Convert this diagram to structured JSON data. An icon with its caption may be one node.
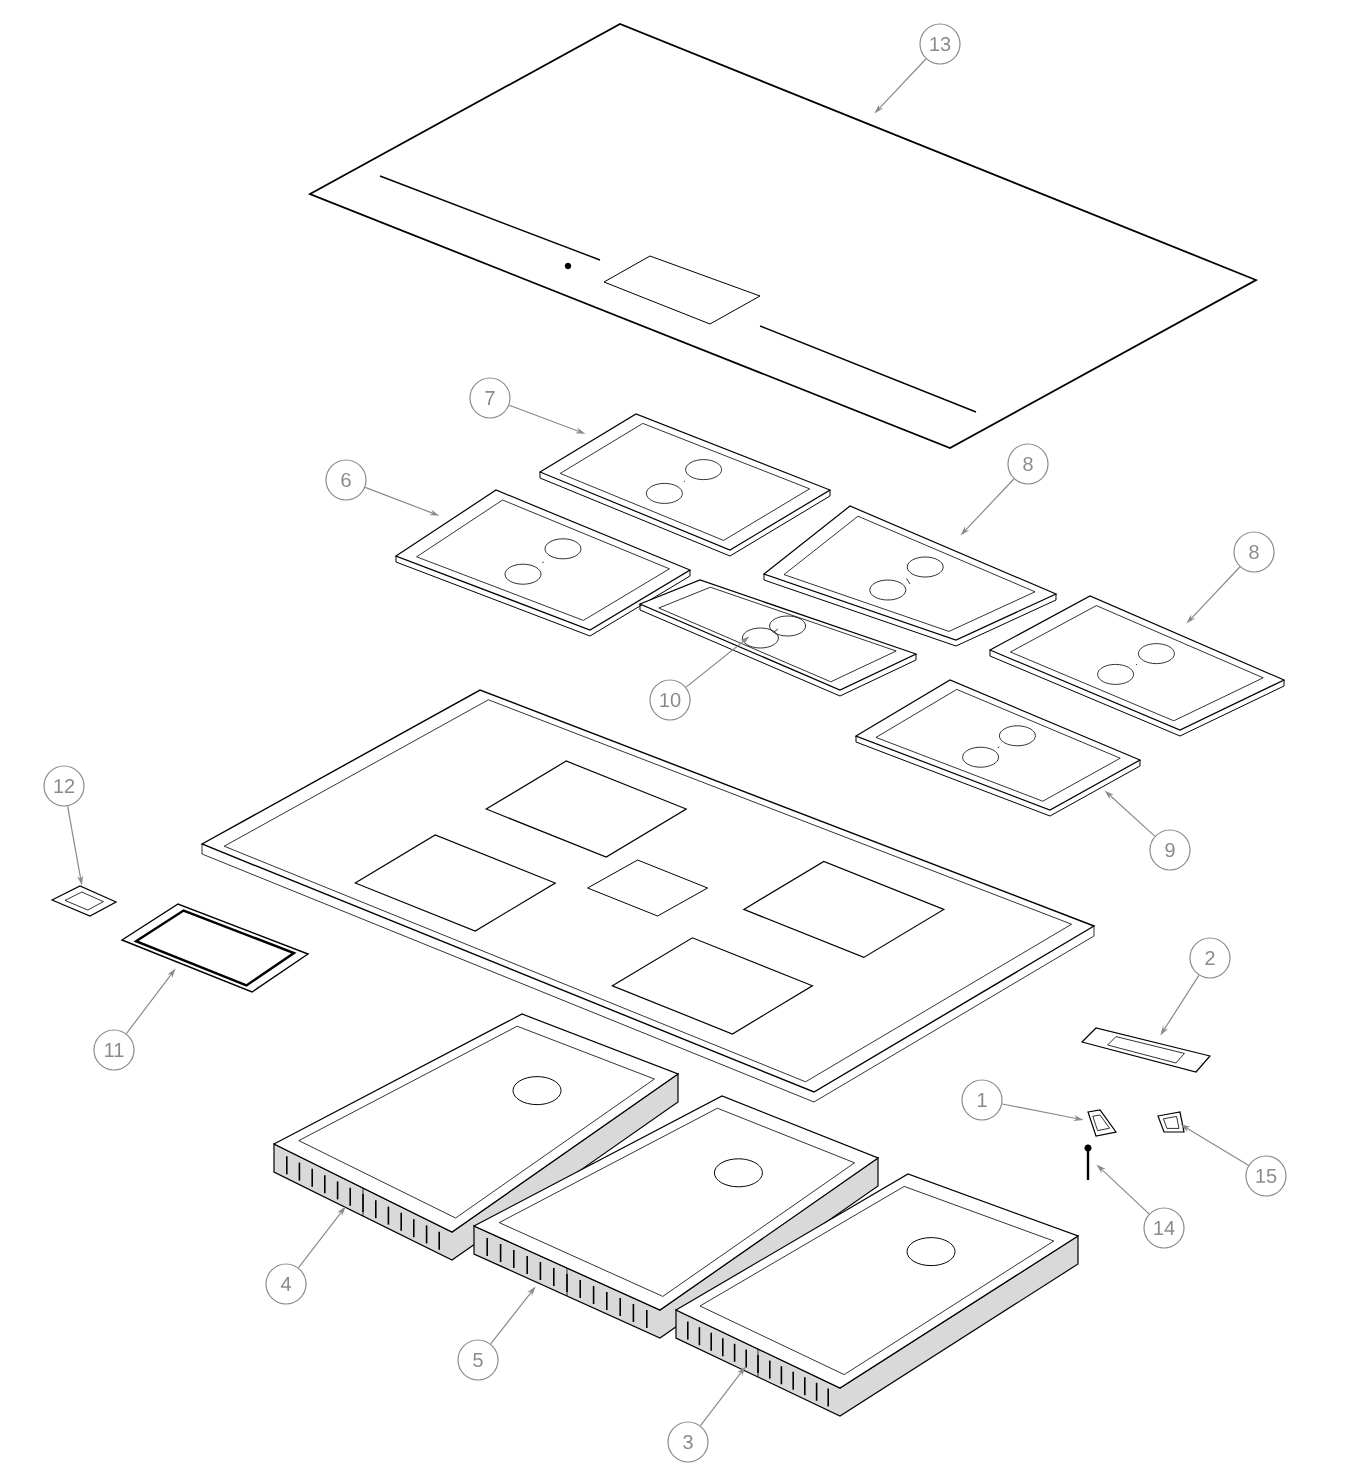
{
  "diagram": {
    "nodes": [
      {
        "text": [
          "13"
        ]
      },
      {
        "text": [
          "7"
        ]
      },
      {
        "text": [
          "8"
        ]
      },
      {
        "text": [
          "6"
        ]
      },
      {
        "text": [
          "8"
        ]
      },
      {
        "text": [
          "10"
        ]
      },
      {
        "text": [
          "12"
        ]
      },
      {
        "text": [
          "9"
        ]
      },
      {
        "text": [
          "2"
        ]
      },
      {
        "text": [
          "11"
        ]
      },
      {
        "text": [
          "1"
        ]
      },
      {
        "text": [
          "15"
        ]
      },
      {
        "text": [
          "14"
        ]
      },
      {
        "text": [
          "4"
        ]
      },
      {
        "text": [
          "5"
        ]
      },
      {
        "text": [
          "3"
        ]
      },
      {
        "text": [],
        "shape": "picture"
      },
      {
        "text": [],
        "shape": "picture"
      },
      {
        "text": [],
        "shape": "picture"
      },
      {
        "text": [],
        "shape": "picture"
      },
      {
        "text": [],
        "shape": "picture"
      },
      {
        "text": [],
        "shape": "picture"
      },
      {
        "text": [],
        "shape": "picture"
      },
      {
        "text": [],
        "shape": "picture"
      },
      {
        "text": [],
        "shape": "picture"
      },
      {
        "text": [],
        "shape": "picture"
      },
      {
        "text": [],
        "shape": "picture"
      },
      {
        "text": [],
        "shape": "picture"
      },
      {
        "text": [],
        "shape": "picture"
      },
      {
        "text": [],
        "shape": "picture"
      },
      {
        "text": [],
        "shape": "picture"
      },
      {
        "text": [],
        "shape": "picture"
      }
    ],
    "edges": [
      {
        "from": 0,
        "to": 16,
        "arrow": "to"
      },
      {
        "from": 1,
        "to": 17,
        "arrow": "to"
      },
      {
        "from": 2,
        "to": 18,
        "arrow": "to"
      },
      {
        "from": 3,
        "to": 19,
        "arrow": "to"
      },
      {
        "from": 4,
        "to": 20,
        "arrow": "to"
      },
      {
        "from": 5,
        "to": 21,
        "arrow": "to"
      },
      {
        "from": 6,
        "to": 22,
        "arrow": "to"
      },
      {
        "from": 7,
        "to": 23,
        "arrow": "to"
      },
      {
        "from": 8,
        "to": 24,
        "arrow": "to"
      },
      {
        "from": 9,
        "to": 25,
        "arrow": "to"
      },
      {
        "from": 10,
        "to": 26,
        "arrow": "to"
      },
      {
        "from": 11,
        "to": 27,
        "arrow": "to"
      },
      {
        "from": 12,
        "to": 28,
        "arrow": "to"
      },
      {
        "from": 13,
        "to": 29,
        "arrow": "to"
      },
      {
        "from": 14,
        "to": 30,
        "arrow": "to"
      },
      {
        "from": 15,
        "to": 31,
        "arrow": "to"
      }
    ]
  }
}
